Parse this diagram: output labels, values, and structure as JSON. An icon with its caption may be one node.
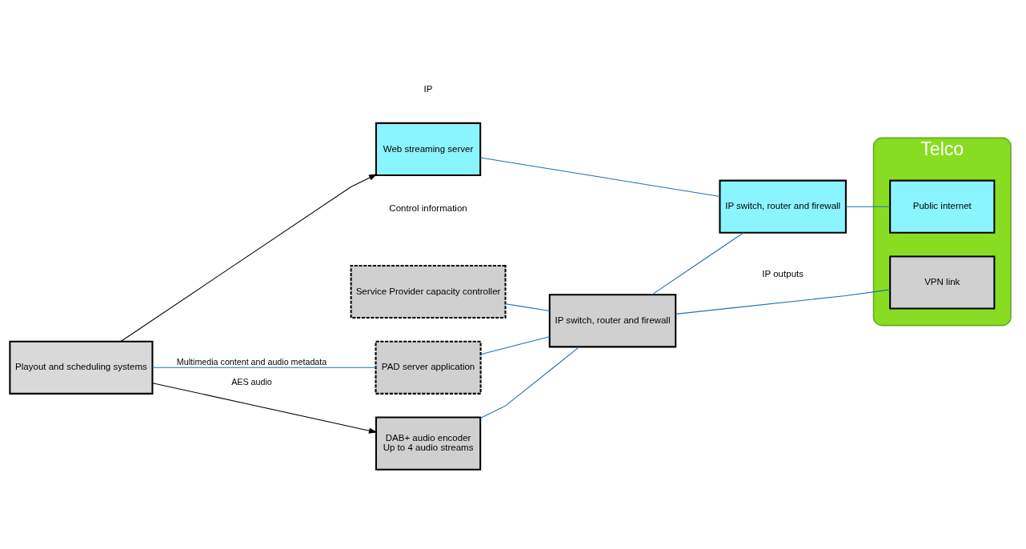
{
  "diagram": {
    "nodes": [
      {
        "text": [
          "Playout and scheduling systems"
        ]
      },
      {
        "text": [
          "PAD server application"
        ]
      },
      {
        "text": [
          "Service Provider capacity controller"
        ]
      },
      {
        "text": [
          "DAB+ audio encoder",
          "Up to 4 audio streams"
        ]
      },
      {
        "text": [
          "Web streaming server"
        ]
      },
      {
        "text": [
          "IP switch, router and firewall"
        ]
      },
      {
        "text": [
          "IP switch, router and firewall"
        ]
      },
      {
        "text": [
          "Telco"
        ]
      },
      {
        "text": [
          "VPN link"
        ],
        "in": 7
      },
      {
        "text": [
          "Public internet"
        ],
        "in": 7
      }
    ],
    "edges": [
      {
        "from": 0,
        "to": 1,
        "arrow": "none",
        "label": "Multimedia content and audio metadata"
      },
      {
        "from": 0,
        "to": 3,
        "arrow": "to",
        "label": "AES audio",
        "color": "#000000"
      },
      {
        "from": 0,
        "to": 4,
        "arrow": "to",
        "color": "#000000"
      },
      {
        "from": 1,
        "to": 5,
        "arrow": "none"
      },
      {
        "from": 2,
        "to": 5,
        "arrow": "none"
      },
      {
        "from": 3,
        "to": 5,
        "arrow": "none"
      },
      {
        "from": 4,
        "to": 6,
        "arrow": "none"
      },
      {
        "from": 5,
        "to": 6,
        "arrow": "none"
      },
      {
        "from": 5,
        "to": 8,
        "arrow": "none"
      },
      {
        "from": 6,
        "to": 9,
        "arrow": "none"
      }
    ],
    "labels": [
      "Control information",
      "IP",
      "IP outputs"
    ]
  }
}
